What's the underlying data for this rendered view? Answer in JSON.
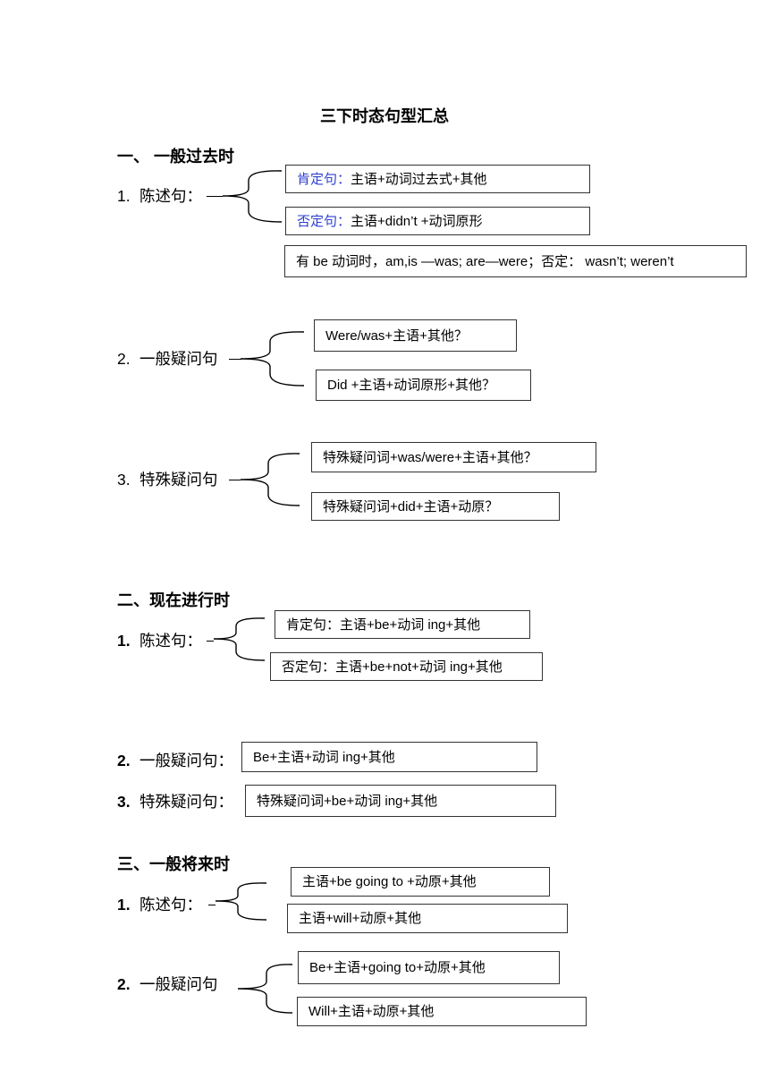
{
  "title": "三下时态句型汇总",
  "section1": {
    "heading": "一、  一般过去时",
    "s1": {
      "num": "1.",
      "label": "陈述句：",
      "aff_prefix": "肯定句：",
      "aff_rest": "主语+动词过去式+其他",
      "neg_prefix": "否定句：",
      "neg_rest": "主语+didn’t +动词原形",
      "note": "有 be 动词时，am,is  —was; are—were；否定：  wasn’t; weren’t"
    },
    "s2": {
      "num": "2.",
      "label": "一般疑问句",
      "box1": "Were/was+主语+其他？",
      "box2": "Did +主语+动词原形+其他？"
    },
    "s3": {
      "num": "3.",
      "label": "特殊疑问句",
      "box1": "特殊疑问词+was/were+主语+其他？",
      "box2": "特殊疑问词+did+主语+动原？"
    }
  },
  "section2": {
    "heading": "二、现在进行时",
    "s1": {
      "num": "1.",
      "label": "陈述句：",
      "box1": "肯定句：主语+be+动词 ing+其他",
      "box2": "否定句：主语+be+not+动词 ing+其他"
    },
    "s2": {
      "num": "2.",
      "label": "一般疑问句：",
      "box": "Be+主语+动词 ing+其他"
    },
    "s3": {
      "num": "3.",
      "label": "特殊疑问句：",
      "box": "特殊疑问词+be+动词 ing+其他"
    }
  },
  "section3": {
    "heading": "三、一般将来时",
    "s1": {
      "num": "1.",
      "label": "陈述句：",
      "box1": "主语+be going to +动原+其他",
      "box2": "主语+will+动原+其他"
    },
    "s2": {
      "num": "2.",
      "label": "一般疑问句",
      "box1": "Be+主语+going to+动原+其他",
      "box2": "Will+主语+动原+其他"
    }
  }
}
